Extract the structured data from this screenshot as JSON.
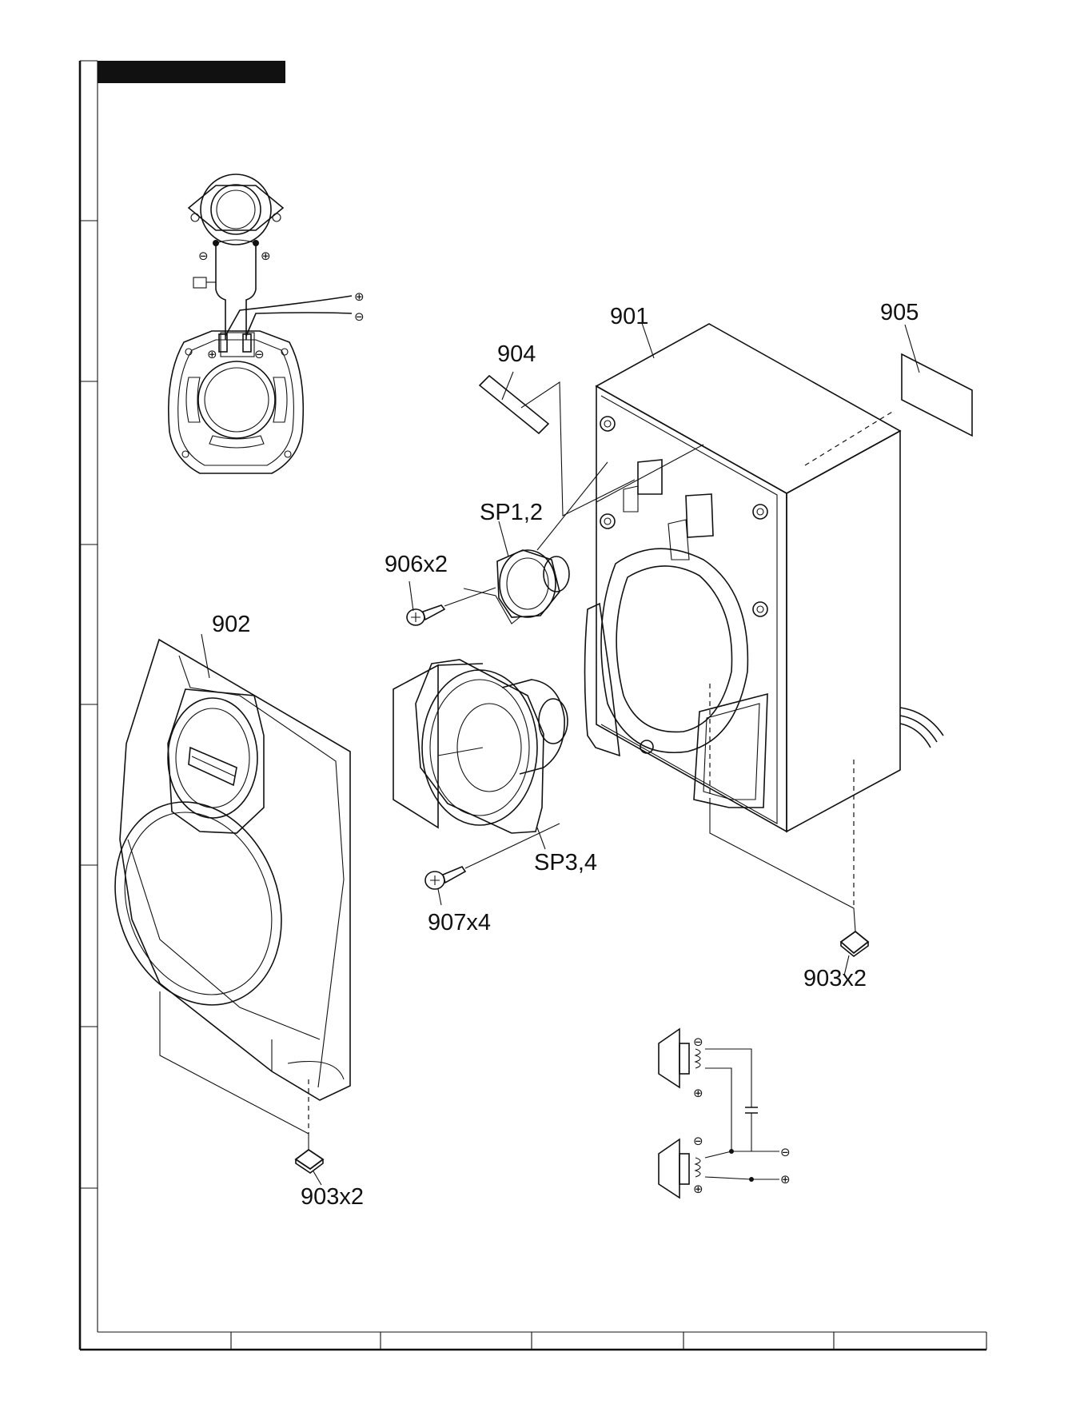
{
  "labels": {
    "p901": "901",
    "p902": "902",
    "p903a": "903x2",
    "p903b": "903x2",
    "p904": "904",
    "p905": "905",
    "p906": "906x2",
    "p907": "907x4",
    "sp12": "SP1,2",
    "sp34": "SP3,4"
  },
  "polarity": {
    "plus": "⊕",
    "minus": "⊖"
  },
  "colors": {
    "ink": "#111111",
    "paper": "#ffffff"
  }
}
